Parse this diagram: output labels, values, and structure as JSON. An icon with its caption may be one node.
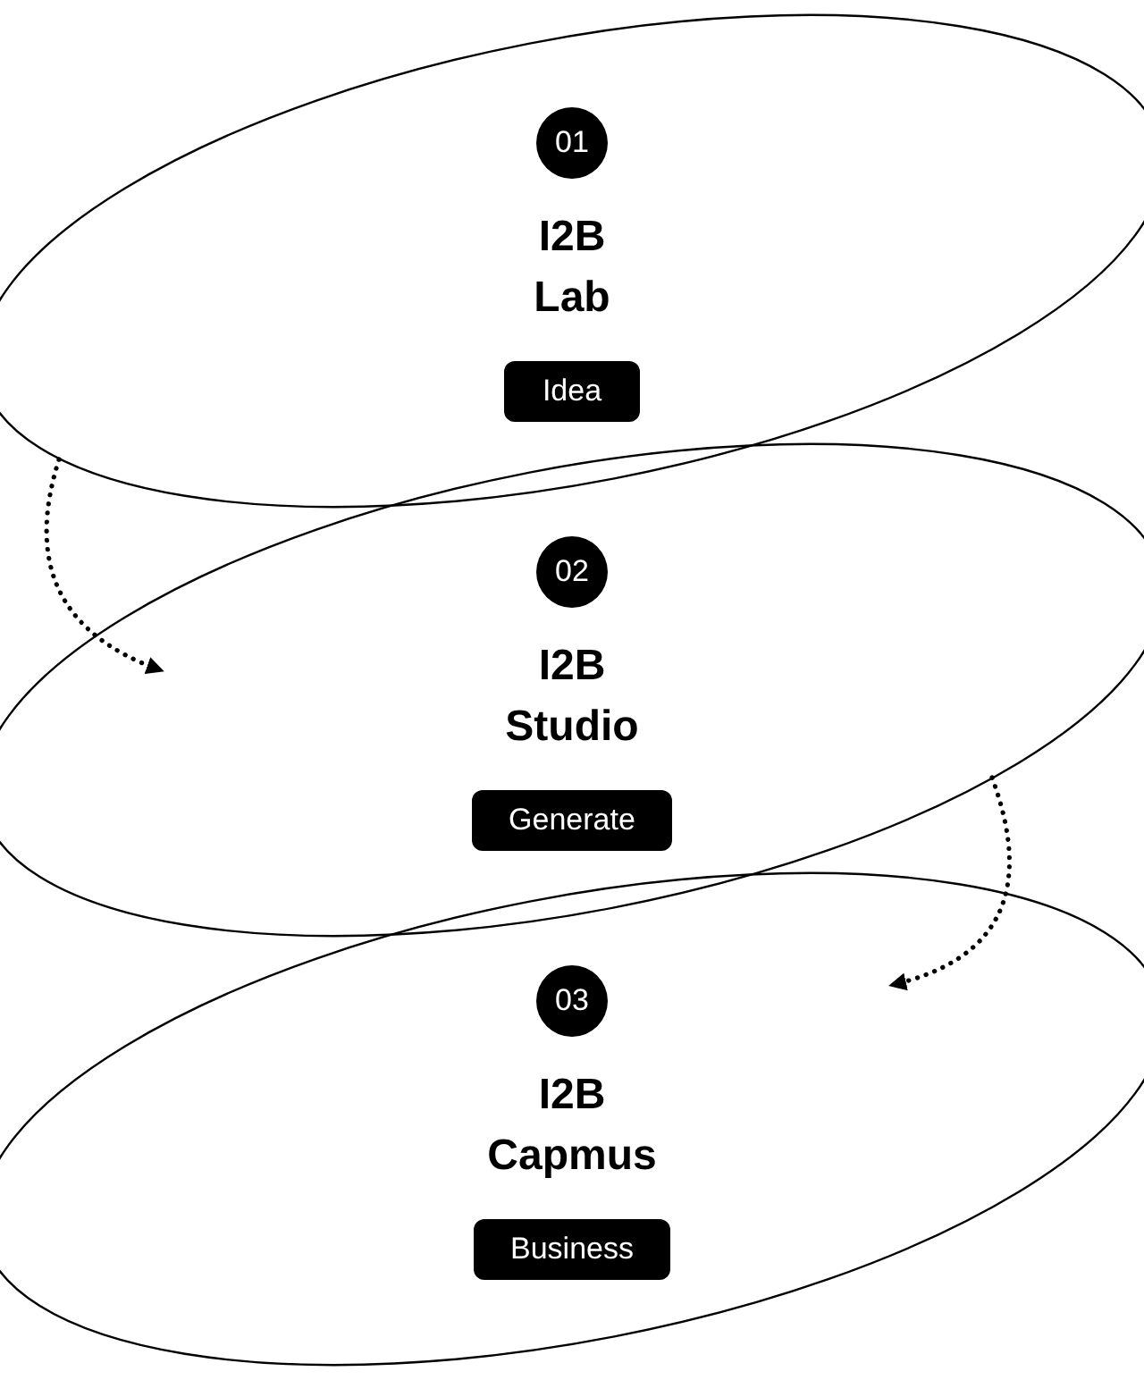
{
  "diagram": {
    "nodes": [
      {
        "text": [
          "01",
          "I2B Lab",
          "Idea"
        ]
      },
      {
        "text": [
          "02",
          "I2B Studio",
          "Generate"
        ]
      },
      {
        "text": [
          "03",
          "I2B Capmus",
          "Business"
        ]
      }
    ],
    "edges": [
      {
        "from": 0,
        "to": 1,
        "arrow": "to",
        "style": "dashed"
      },
      {
        "from": 1,
        "to": 2,
        "arrow": "to",
        "style": "dashed"
      }
    ]
  }
}
